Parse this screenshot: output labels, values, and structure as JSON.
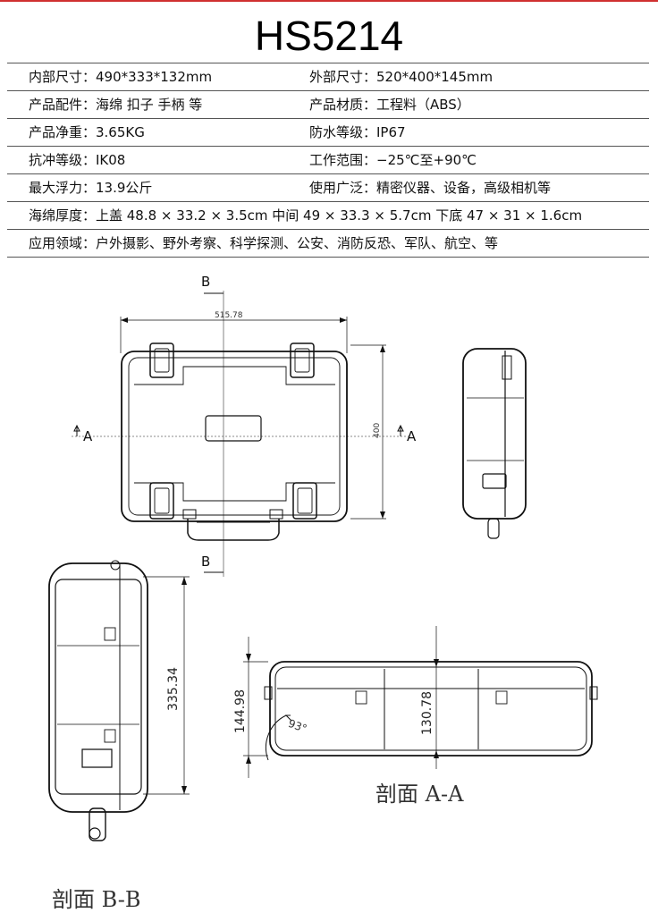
{
  "title": "HS5214",
  "specs": [
    {
      "left": "内部尺寸：490*333*132mm",
      "right": "外部尺寸：520*400*145mm"
    },
    {
      "left": "产品配件：海绵 扣子 手柄  等",
      "right": "产品材质：工程料（ABS）"
    },
    {
      "left": "产品净重：3.65KG",
      "right": "防水等级：IP67"
    },
    {
      "left": "抗冲等级：IK08",
      "right": "工作范围：−25℃至+90℃"
    },
    {
      "left": "最大浮力：13.9公斤",
      "right": "使用广泛：精密仪器、设备，高级相机等"
    },
    {
      "full": "海绵厚度：上盖 48.8 × 33.2 × 3.5cm  中间 49 × 33.3 × 5.7cm  下底 47 × 31 × 1.6cm"
    },
    {
      "full": "应用领域：户外摄影、野外考察、科学探测、公安、消防反恐、军队、航空、等"
    }
  ],
  "drawing": {
    "dim_width": "515.78",
    "dim_height": "400",
    "dim_side_height": "335.34",
    "dim_outer": "144.98",
    "dim_inner": "130.78",
    "angle": "93°",
    "section_a_mark": "A",
    "section_b_mark": "B",
    "label_aa": "剖面 A-A",
    "label_bb": "剖面 B-B"
  }
}
